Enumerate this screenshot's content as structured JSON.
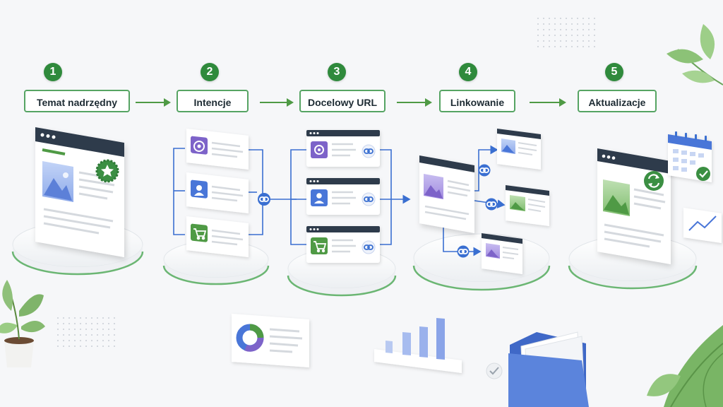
{
  "steps": [
    {
      "number": "1",
      "label": "Temat nadrzędny"
    },
    {
      "number": "2",
      "label": "Intencje"
    },
    {
      "number": "3",
      "label": "Docelowy URL"
    },
    {
      "number": "4",
      "label": "Linkowanie"
    },
    {
      "number": "5",
      "label": "Aktualizacje"
    }
  ],
  "icons": {
    "primary_page": "image-icon",
    "primary_badge": "star-badge-icon",
    "intent_1": "target-icon",
    "intent_2": "user-icon",
    "intent_3": "shopping-cart-icon",
    "link": "link-icon",
    "update_badge": "refresh-icon",
    "calendar": "calendar-check-icon",
    "trend": "line-chart-icon",
    "donut": "donut-chart-icon",
    "bars": "bar-chart-icon",
    "folder": "folder-icon",
    "check": "check-icon",
    "plant": "plant-icon",
    "leaf": "leaf-icon"
  },
  "colors": {
    "accent_green": "#2f8a3c",
    "label_border": "#56a463",
    "connector_blue": "#3a6fd1",
    "browser_bar": "#2f3b4c",
    "purple": "#7d63c9",
    "blue": "#4a76d8",
    "green": "#4f9a45"
  }
}
